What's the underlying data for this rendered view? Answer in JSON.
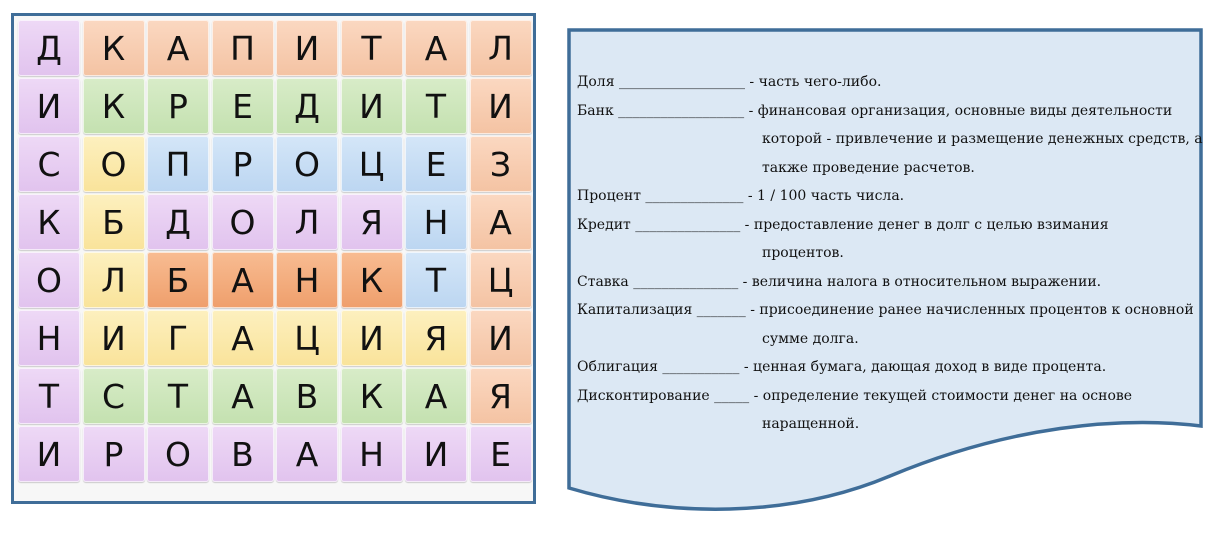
{
  "grid": [
    [
      {
        "ch": "Д",
        "c": "pink"
      },
      {
        "ch": "К",
        "c": "peach"
      },
      {
        "ch": "А",
        "c": "peach"
      },
      {
        "ch": "П",
        "c": "peach"
      },
      {
        "ch": "И",
        "c": "peach"
      },
      {
        "ch": "Т",
        "c": "peach"
      },
      {
        "ch": "А",
        "c": "peach"
      },
      {
        "ch": "Л",
        "c": "peach"
      }
    ],
    [
      {
        "ch": "И",
        "c": "pink"
      },
      {
        "ch": "К",
        "c": "green"
      },
      {
        "ch": "Р",
        "c": "green"
      },
      {
        "ch": "Е",
        "c": "green"
      },
      {
        "ch": "Д",
        "c": "green"
      },
      {
        "ch": "И",
        "c": "green"
      },
      {
        "ch": "Т",
        "c": "green"
      },
      {
        "ch": "И",
        "c": "peach"
      }
    ],
    [
      {
        "ch": "С",
        "c": "pink"
      },
      {
        "ch": "О",
        "c": "yellow"
      },
      {
        "ch": "П",
        "c": "blue"
      },
      {
        "ch": "Р",
        "c": "blue"
      },
      {
        "ch": "О",
        "c": "blue"
      },
      {
        "ch": "Ц",
        "c": "blue"
      },
      {
        "ch": "Е",
        "c": "blue"
      },
      {
        "ch": "З",
        "c": "peach"
      }
    ],
    [
      {
        "ch": "К",
        "c": "pink"
      },
      {
        "ch": "Б",
        "c": "yellow"
      },
      {
        "ch": "Д",
        "c": "pink"
      },
      {
        "ch": "О",
        "c": "pink"
      },
      {
        "ch": "Л",
        "c": "pink"
      },
      {
        "ch": "Я",
        "c": "pink"
      },
      {
        "ch": "Н",
        "c": "blue"
      },
      {
        "ch": "А",
        "c": "peach"
      }
    ],
    [
      {
        "ch": "О",
        "c": "pink"
      },
      {
        "ch": "Л",
        "c": "yellow"
      },
      {
        "ch": "Б",
        "c": "orange"
      },
      {
        "ch": "А",
        "c": "orange"
      },
      {
        "ch": "Н",
        "c": "orange"
      },
      {
        "ch": "К",
        "c": "orange"
      },
      {
        "ch": "Т",
        "c": "blue"
      },
      {
        "ch": "Ц",
        "c": "peach"
      }
    ],
    [
      {
        "ch": "Н",
        "c": "pink"
      },
      {
        "ch": "И",
        "c": "yellow"
      },
      {
        "ch": "Г",
        "c": "yellow"
      },
      {
        "ch": "А",
        "c": "yellow"
      },
      {
        "ch": "Ц",
        "c": "yellow"
      },
      {
        "ch": "И",
        "c": "yellow"
      },
      {
        "ch": "Я",
        "c": "yellow"
      },
      {
        "ch": "И",
        "c": "peach"
      }
    ],
    [
      {
        "ch": "Т",
        "c": "pink"
      },
      {
        "ch": "С",
        "c": "green"
      },
      {
        "ch": "Т",
        "c": "green"
      },
      {
        "ch": "А",
        "c": "green"
      },
      {
        "ch": "В",
        "c": "green"
      },
      {
        "ch": "К",
        "c": "green"
      },
      {
        "ch": "А",
        "c": "green"
      },
      {
        "ch": "Я",
        "c": "peach"
      }
    ],
    [
      {
        "ch": "И",
        "c": "pink"
      },
      {
        "ch": "Р",
        "c": "pink"
      },
      {
        "ch": "О",
        "c": "pink"
      },
      {
        "ch": "В",
        "c": "pink"
      },
      {
        "ch": "А",
        "c": "pink"
      },
      {
        "ch": "Н",
        "c": "pink"
      },
      {
        "ch": "И",
        "c": "pink"
      },
      {
        "ch": "Е",
        "c": "pink"
      }
    ]
  ],
  "definitions": [
    {
      "lines": [
        "Доля __________________ - часть чего-либо."
      ]
    },
    {
      "lines": [
        "Банк __________________ - финансовая организация, основные виды деятельности",
        "которой - привлечение и размещение денежных средств, а",
        "также проведение расчетов."
      ]
    },
    {
      "lines": [
        "Процент ______________ - 1 / 100 часть числа."
      ]
    },
    {
      "lines": [
        "Кредит _______________ - предоставление денег в долг с целью взимания",
        "процентов."
      ]
    },
    {
      "lines": [
        "Ставка _______________ - величина налога в относительном выражении."
      ]
    },
    {
      "lines": [
        "Капитализация _______ - присоединение ранее начисленных процентов к основной",
        "сумме долга."
      ]
    },
    {
      "lines": [
        "Облигация ___________ - ценная бумага, дающая доход в виде процента."
      ]
    },
    {
      "lines": [
        "Дисконтирование _____ - определение текущей стоимости денег на основе",
        "наращенной."
      ]
    }
  ],
  "colors": {
    "frame_border": "#3f6d98",
    "card_fill": "#dce8f4",
    "card_border": "#3f6d98"
  }
}
